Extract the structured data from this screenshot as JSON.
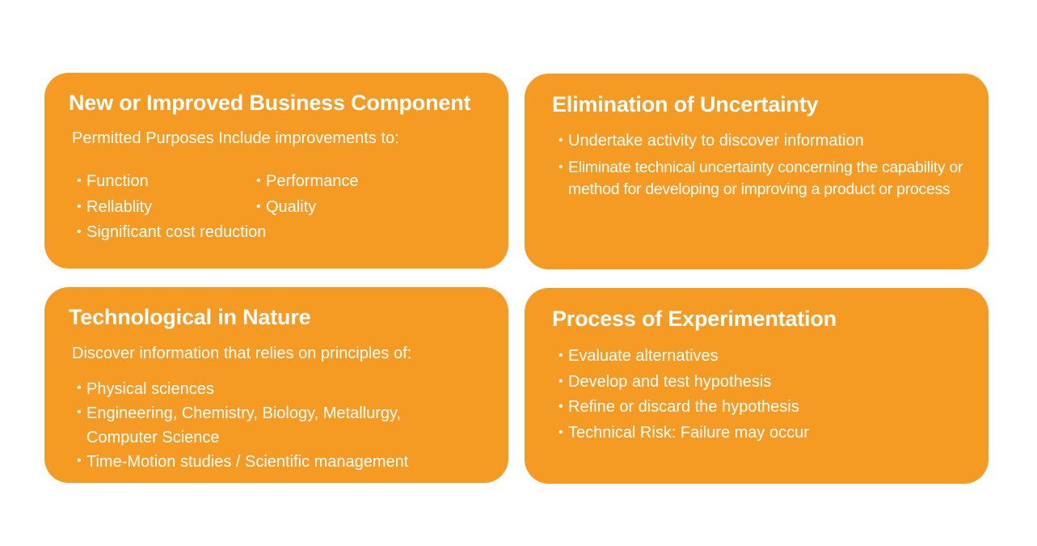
{
  "cards": [
    {
      "title": "New or Improved Business Component",
      "subtitle": "Permitted Purposes Include improvements to:",
      "bullets_left": [
        "Function",
        "Rellablity",
        "Significant cost reduction"
      ],
      "bullets_right": [
        "Performance",
        "Quality"
      ]
    },
    {
      "title": "Elimination of Uncertainty",
      "bullets": [
        "Undertake activity to discover information",
        "Eliminate technical uncertainty concerning the capability or method for developing or improving a product or process"
      ]
    },
    {
      "title": "Technological in Nature",
      "subtitle": "Discover information that relies on principles of:",
      "bullets": [
        "Physical sciences",
        "Engineering, Chemistry, Biology, Metallurgy, Computer Science",
        "Time-Motion studies / Scientific management"
      ]
    },
    {
      "title": "Process of Experimentation",
      "bullets": [
        "Evaluate alternatives",
        "Develop and test hypothesis",
        "Refine or discard the hypothesis",
        "Technical Risk: Failure may occur"
      ]
    }
  ],
  "colors": {
    "card_fill": "#F59A23",
    "text": "#FFFFFF",
    "background": "#FFFFFF"
  }
}
